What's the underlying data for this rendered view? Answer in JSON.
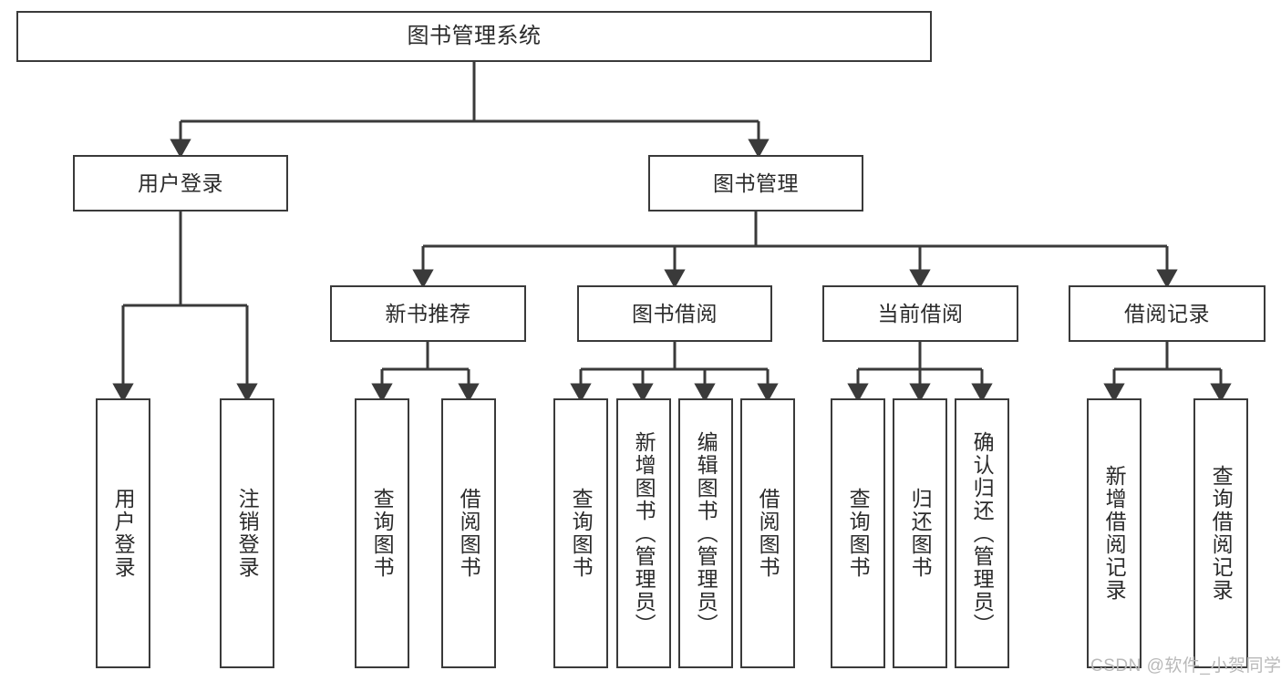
{
  "diagram": {
    "type": "tree-hierarchy-chart",
    "title": "图书管理系统",
    "watermark": "CSDN @软件_小贺同学",
    "colors": {
      "border": "#3a3a3a",
      "fill": "#ffffff",
      "text": "#2b2b2b",
      "connector": "#3a3a3a",
      "watermark": "#b9b9b9"
    },
    "levels": {
      "root": [
        "图书管理系统"
      ],
      "level2": [
        "用户登录",
        "图书管理"
      ],
      "level3": [
        "新书推荐",
        "图书借阅",
        "当前借阅",
        "借阅记录"
      ],
      "leaves": [
        "用户登录",
        "注销登录",
        "查询图书",
        "借阅图书",
        "查询图书",
        "新增图书（管理员）",
        "编辑图书（管理员）",
        "借阅图书",
        "查询图书",
        "归还图书",
        "确认归还（管理员）",
        "新增借阅记录",
        "查询借阅记录"
      ]
    },
    "nodes": {
      "root": {
        "label": "图书管理系统"
      },
      "user_login": {
        "label": "用户登录"
      },
      "book_manage": {
        "label": "图书管理"
      },
      "new_book_rec": {
        "label": "新书推荐"
      },
      "book_borrow": {
        "label": "图书借阅"
      },
      "current_borrow": {
        "label": "当前借阅"
      },
      "borrow_record": {
        "label": "借阅记录"
      },
      "leaf_user_login": {
        "label": "用户登录"
      },
      "leaf_logout": {
        "label": "注销登录"
      },
      "leaf_query_book_1": {
        "label": "查询图书"
      },
      "leaf_borrow_book_1": {
        "label": "借阅图书"
      },
      "leaf_query_book_2": {
        "label": "查询图书"
      },
      "leaf_add_book": {
        "label": "新增图书（管理员）"
      },
      "leaf_edit_book": {
        "label": "编辑图书（管理员）"
      },
      "leaf_borrow_book_2": {
        "label": "借阅图书"
      },
      "leaf_query_book_3": {
        "label": "查询图书"
      },
      "leaf_return_book": {
        "label": "归还图书"
      },
      "leaf_confirm_return": {
        "label": "确认归还（管理员）"
      },
      "leaf_add_record": {
        "label": "新增借阅记录"
      },
      "leaf_query_record": {
        "label": "查询借阅记录"
      }
    }
  }
}
